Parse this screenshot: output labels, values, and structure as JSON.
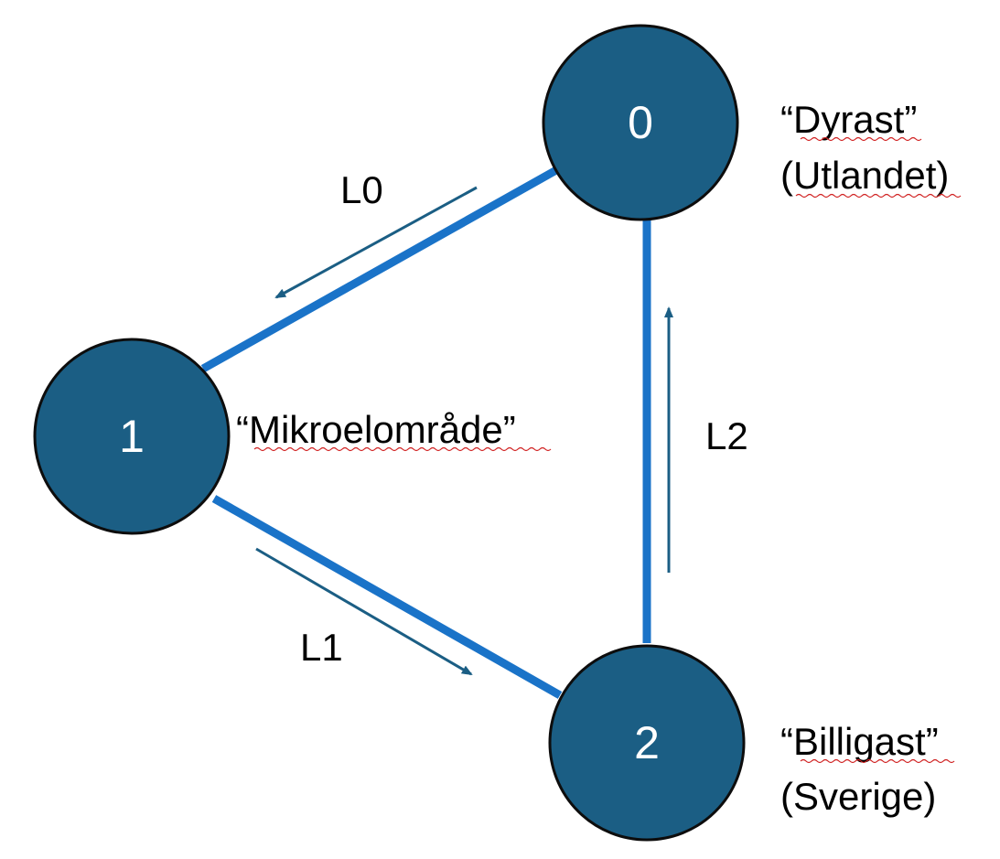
{
  "nodes": [
    {
      "id": "0",
      "label": "0"
    },
    {
      "id": "1",
      "label": "1"
    },
    {
      "id": "2",
      "label": "2"
    }
  ],
  "edges": [
    {
      "id": "L0",
      "label": "L0",
      "from": "0",
      "to": "1"
    },
    {
      "id": "L1",
      "label": "L1",
      "from": "1",
      "to": "2"
    },
    {
      "id": "L2",
      "label": "L2",
      "from": "2",
      "to": "0"
    }
  ],
  "annotations": {
    "node0_line1": "“Dyrast”",
    "node0_line2": "(Utlandet)",
    "node1_line1": "“Mikroelområde”",
    "node2_line1": "“Billigast”",
    "node2_line2": "(Sverige)"
  },
  "colors": {
    "node_fill": "#1b5e84",
    "edge_line": "#1a73c8",
    "flow_arrow": "#1b5e84",
    "spell_check_underline": "#d02020"
  }
}
